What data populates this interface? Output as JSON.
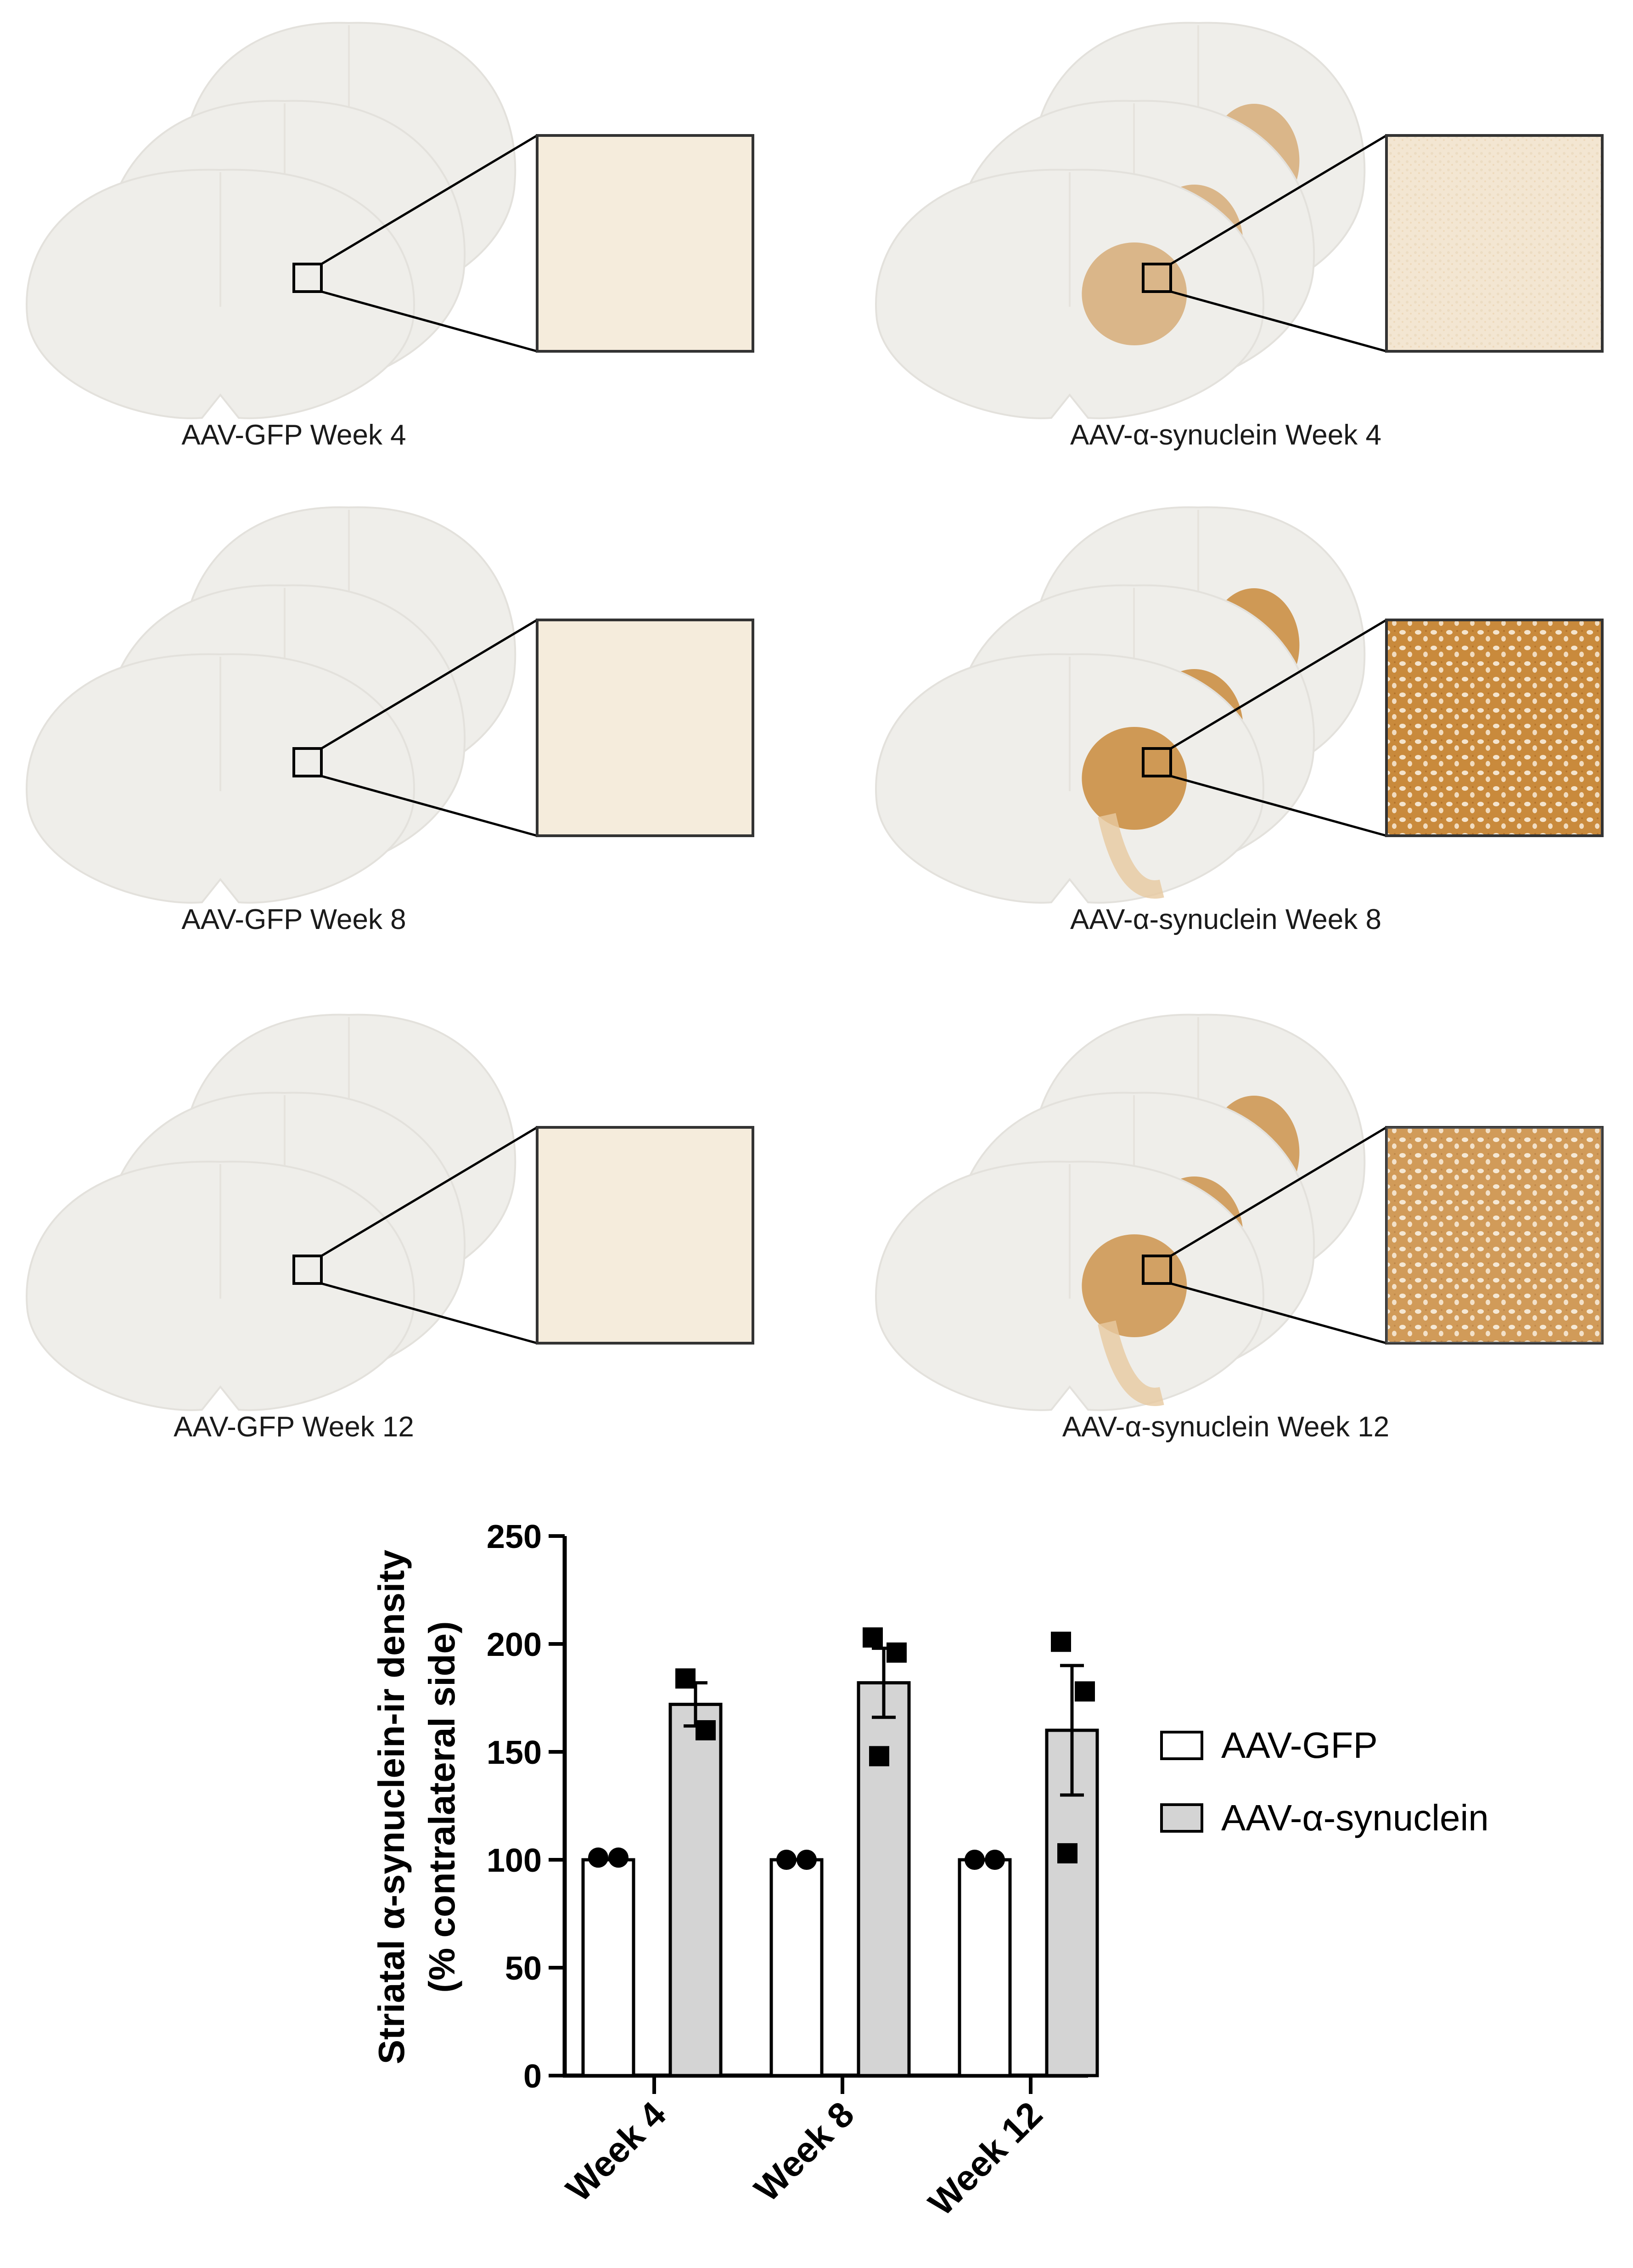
{
  "panels": [
    {
      "caption": "AAV-GFP Week 4",
      "stained": false,
      "intensity": 0
    },
    {
      "caption": "AAV-α-synuclein Week 4",
      "stained": true,
      "intensity": 0.35
    },
    {
      "caption": "AAV-GFP Week 8",
      "stained": false,
      "intensity": 0
    },
    {
      "caption": "AAV-α-synuclein Week 8",
      "stained": true,
      "intensity": 0.85
    },
    {
      "caption": "AAV-GFP Week 12",
      "stained": false,
      "intensity": 0
    },
    {
      "caption": "AAV-α-synuclein Week 12",
      "stained": true,
      "intensity": 0.7
    }
  ],
  "colors": {
    "tissue": "#efeeea",
    "tissue_edge": "#e3e1dc",
    "stain": "#c98a3c",
    "stain_light": "#e7c9a0",
    "bar_gfp": "#ffffff",
    "bar_syn": "#d4d4d4"
  },
  "chart_data": {
    "type": "bar",
    "ylabel_line1": "Striatal α-synuclein-ir density",
    "ylabel_line2": "(% contralateral side)",
    "ylim": [
      0,
      250
    ],
    "yticks": [
      0,
      50,
      100,
      150,
      200,
      250
    ],
    "categories": [
      "Week 4",
      "Week 8",
      "Week 12"
    ],
    "series": [
      {
        "name": "AAV-GFP",
        "values": [
          100,
          100,
          100
        ],
        "sem": [
          0,
          0,
          0
        ],
        "points": [
          [
            101,
            101
          ],
          [
            100,
            100
          ],
          [
            100,
            100
          ]
        ],
        "marker": "circle"
      },
      {
        "name": "AAV-α-synuclein",
        "values": [
          172,
          182,
          160
        ],
        "sem": [
          10,
          16,
          30
        ],
        "points": [
          [
            184,
            160
          ],
          [
            203,
            196,
            148
          ],
          [
            201,
            178,
            103
          ]
        ],
        "marker": "square"
      }
    ],
    "legend_position": "right"
  }
}
